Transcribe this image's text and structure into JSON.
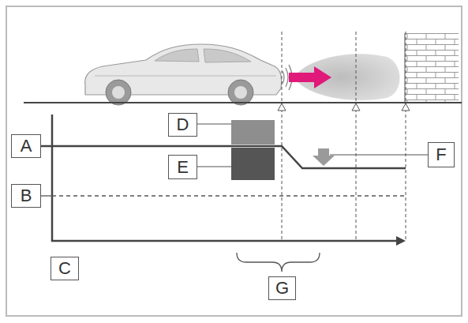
{
  "diagram": {
    "nodes": [
      {
        "text": [
          "D"
        ]
      },
      {
        "text": [
          "A"
        ]
      },
      {
        "text": [
          "F"
        ]
      },
      {
        "text": [
          "E"
        ]
      },
      {
        "text": [
          "B"
        ]
      },
      {
        "text": [
          "C"
        ]
      },
      {
        "text": [
          "G"
        ]
      }
    ]
  }
}
